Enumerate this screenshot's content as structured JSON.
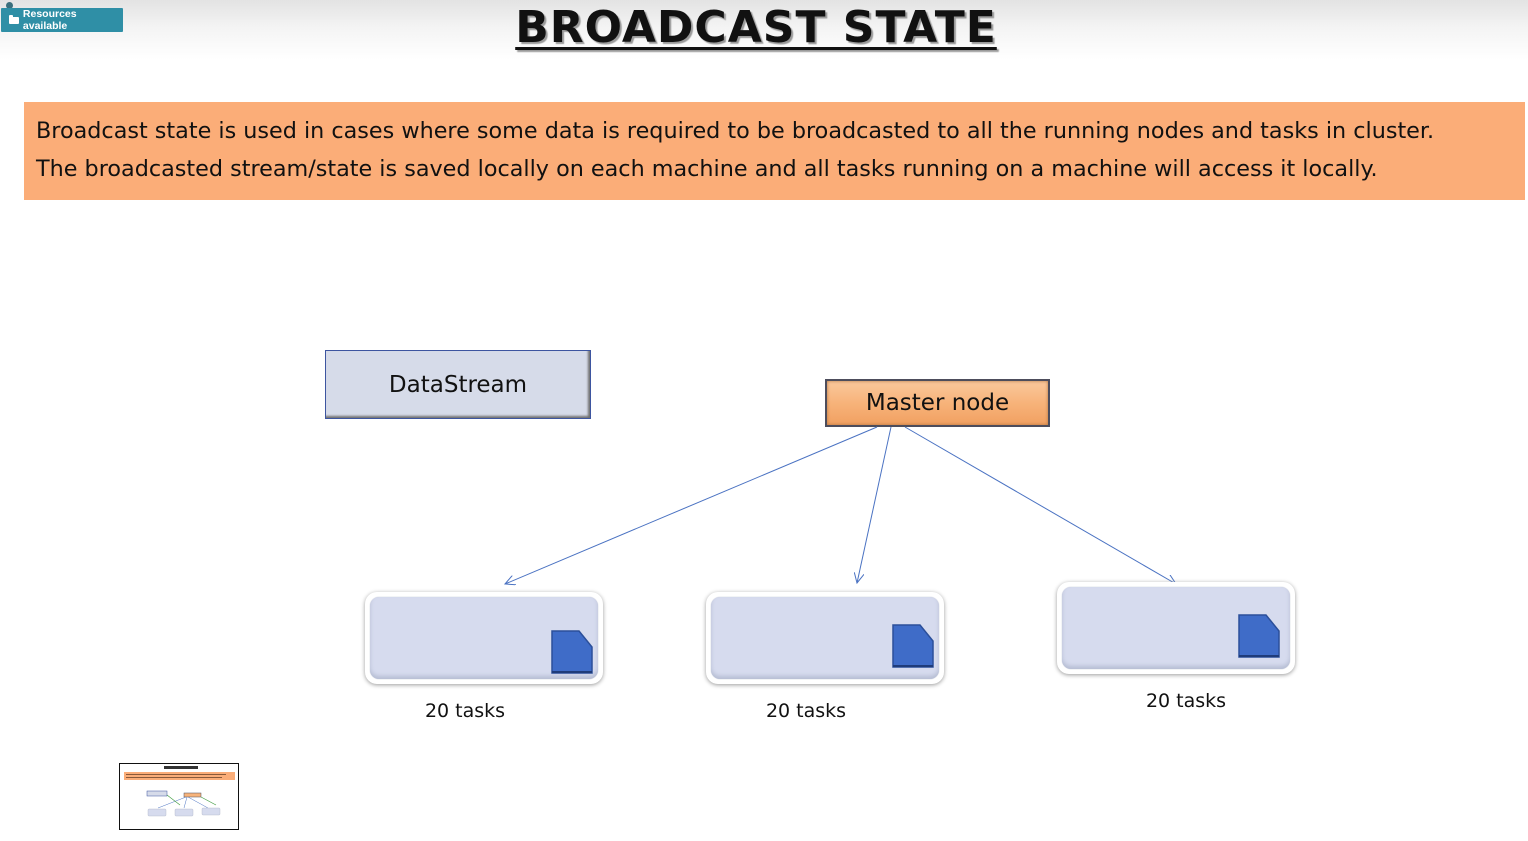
{
  "badge": {
    "label": "Resources available",
    "icon": "folder-icon",
    "color": "#2f8fa6"
  },
  "slide": {
    "title": "BROADCAST STATE",
    "description_lines": [
      "Broadcast state is used in cases where some data is required to be broadcasted to all the running nodes and tasks in cluster.",
      "The broadcasted stream/state is saved locally on each machine and all tasks running on a machine will access it locally."
    ],
    "description_bg": "#fbad78"
  },
  "diagram": {
    "datastream_label": "DataStream",
    "master_label": "Master node",
    "machines": [
      {
        "label": "20 tasks"
      },
      {
        "label": "20 tasks"
      },
      {
        "label": "20 tasks"
      }
    ],
    "colors": {
      "node_fill": "#d6dbe9",
      "master_fill": "#f7b37a",
      "state_doc": "#3f6cc8",
      "arrow": "#4a72c2"
    }
  },
  "thumbnail": {
    "icon": "slide-thumbnail-icon"
  }
}
